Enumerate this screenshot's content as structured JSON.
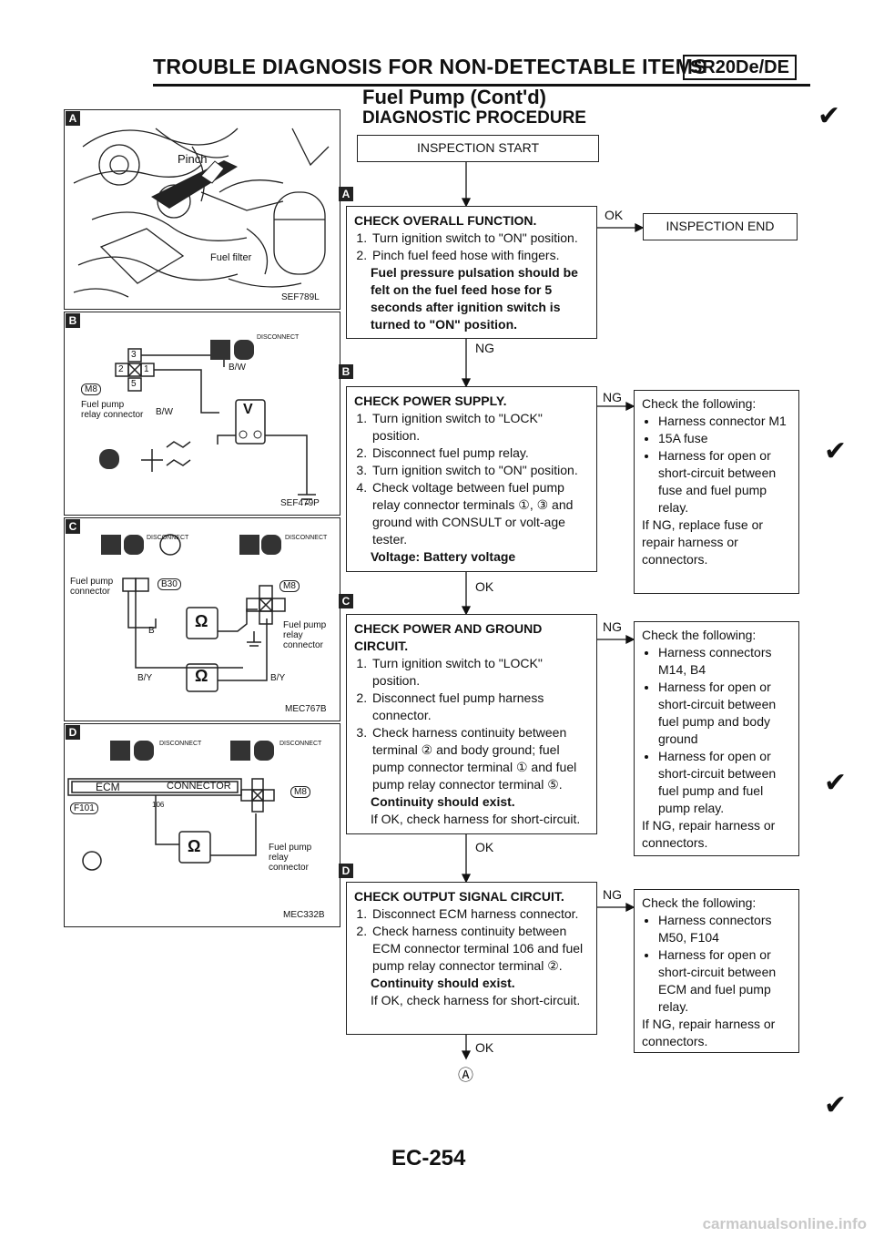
{
  "header": {
    "title": "TROUBLE DIAGNOSIS FOR NON-DETECTABLE ITEMS",
    "engine_badge": "SR20De/DE",
    "subtitle": "Fuel Pump (Cont'd)",
    "section": "DIAGNOSTIC PROCEDURE"
  },
  "panels": {
    "a": {
      "tag": "A",
      "labels": {
        "pinch": "Pinch",
        "filter": "Fuel filter",
        "code": "SEF789L"
      }
    },
    "b": {
      "tag": "B",
      "labels": {
        "disconnect": "DISCONNECT",
        "wire1": "B/W",
        "wire2": "B/W",
        "connector_label": "Fuel pump relay connector",
        "connector_code": "M8",
        "voltmeter": "V",
        "code": "SEF479P",
        "term3": "3",
        "term2": "2",
        "term1": "1",
        "term5": "5"
      }
    },
    "c": {
      "tag": "C",
      "labels": {
        "disconnect1": "DISCONNECT",
        "disconnect2": "DISCONNECT",
        "left_label": "Fuel pump connector",
        "conn_b30": "B30",
        "conn_m8": "M8",
        "wire_b": "B",
        "wire_by1": "B/Y",
        "wire_by2": "B/Y",
        "right_label": "Fuel pump relay connector",
        "ohm": "Ω",
        "code": "MEC767B"
      }
    },
    "d": {
      "tag": "D",
      "labels": {
        "disconnect1": "DISCONNECT",
        "disconnect2": "DISCONNECT",
        "ecm": "ECM",
        "connector": "CONNECTOR",
        "conn_f101": "F101",
        "pin": "106",
        "conn_m8": "M8",
        "right_label": "Fuel pump relay connector",
        "ohm": "Ω",
        "code": "MEC332B"
      }
    }
  },
  "flow": {
    "start": "INSPECTION START",
    "end": "INSPECTION END",
    "markers": {
      "a": "A",
      "b": "B",
      "c": "C",
      "d": "D"
    },
    "step1": {
      "title": "CHECK OVERALL FUNCTION.",
      "steps": [
        "Turn ignition switch to \"ON\" position.",
        "Pinch fuel feed hose with fingers."
      ],
      "result": "Fuel pressure pulsation should be felt on the fuel feed hose for 5 seconds after ignition switch is turned to \"ON\" position.",
      "ok": "OK",
      "ng": "NG"
    },
    "step2": {
      "title": "CHECK POWER SUPPLY.",
      "steps": [
        "Turn ignition switch to \"LOCK\" position.",
        "Disconnect fuel pump relay.",
        "Turn ignition switch to \"ON\" position.",
        "Check voltage between fuel pump relay connector terminals ①, ③ and ground with CONSULT or volt-age tester."
      ],
      "result": "Voltage: Battery voltage",
      "ng": "NG",
      "ok": "OK",
      "side_title": "Check the following:",
      "side_items": [
        "Harness connector M1",
        "15A fuse",
        "Harness for open or short-circuit between fuse and fuel pump relay."
      ],
      "side_note": "If NG, replace fuse or repair harness or connectors."
    },
    "step3": {
      "title": "CHECK POWER AND GROUND CIRCUIT.",
      "steps": [
        "Turn ignition switch to \"LOCK\" position.",
        "Disconnect fuel pump harness connector.",
        "Check harness continuity between terminal ② and body ground; fuel pump connector terminal ① and fuel pump relay connector terminal ⑤."
      ],
      "result": "Continuity should exist.",
      "note": "If OK, check harness for short-circuit.",
      "ng": "NG",
      "ok": "OK",
      "side_title": "Check the following:",
      "side_items": [
        "Harness connectors M14, B4",
        "Harness for open or short-circuit between fuel pump and body ground",
        "Harness for open or short-circuit between fuel pump and fuel pump relay."
      ],
      "side_note": "If NG, repair harness or connectors."
    },
    "step4": {
      "title": "CHECK OUTPUT SIGNAL CIRCUIT.",
      "steps": [
        "Disconnect ECM harness connector.",
        "Check harness continuity between ECM connector terminal 106 and fuel pump relay connector terminal ②."
      ],
      "result": "Continuity should exist.",
      "note": "If OK, check harness for short-circuit.",
      "ng": "NG",
      "ok": "OK",
      "side_title": "Check the following:",
      "side_items": [
        "Harness connectors M50, F104",
        "Harness for open or short-circuit between ECM and fuel pump relay."
      ],
      "side_note": "If NG, repair harness or connectors."
    },
    "next": "Ⓐ"
  },
  "page_number": "EC-254",
  "footer": "carmanualsonline.info"
}
